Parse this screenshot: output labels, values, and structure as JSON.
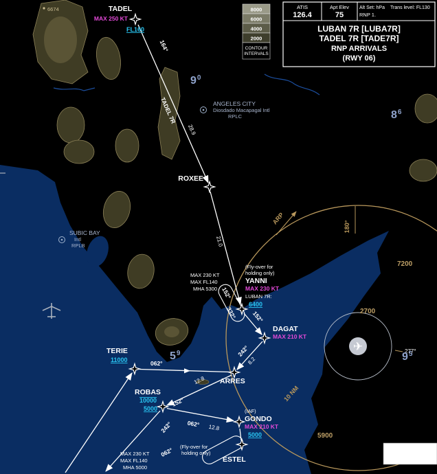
{
  "infobox": {
    "atis_label": "ATIS",
    "atis_value": "126.4",
    "apt_elev_label": "Apt Elev",
    "apt_elev_value": "75",
    "alt_set": "Alt Set: hPa",
    "trans_level": "Trans level: FL130",
    "rnp": "RNP 1.",
    "title1": "LUBAN 7R [LUBA7R]",
    "title2": "TADEL 7R [TADE7R]",
    "title3": "RNP ARRIVALS",
    "title4": "(RWY 06)"
  },
  "contour_legend": {
    "levels": [
      "8000",
      "6000",
      "4000",
      "2000"
    ],
    "caption1": "CONTOUR",
    "caption2": "INTERVALS"
  },
  "airports": {
    "angeles": {
      "name": "ANGELES CITY",
      "subname": "Diosdado Macapagal Intl",
      "code": "RPLC"
    },
    "subic": {
      "name": "SUBIC BAY",
      "subname": "Intl",
      "code": "RPLB"
    }
  },
  "waypoints": {
    "tadel": {
      "name": "TADEL",
      "speed": "MAX 250 KT",
      "alt": "FL160"
    },
    "roxee": {
      "name": "ROXEE"
    },
    "yanni": {
      "flyover1": "(Fly-over for",
      "flyover2": "holding only)",
      "name": "YANNI",
      "speed": "MAX 230 KT",
      "proc": "LUBAN 7R:",
      "alt": "6400",
      "hold_speed": "MAX 230 KT",
      "hold_fl": "MAX FL140",
      "hold_mha": "MHA 5300",
      "hold_in": "152°",
      "hold_out": "332°"
    },
    "dagat": {
      "name": "DAGAT",
      "speed": "MAX 210 KT"
    },
    "terie": {
      "name": "TERIE",
      "alt": "11000"
    },
    "arres": {
      "name": "ARRES"
    },
    "robas": {
      "name": "ROBAS",
      "alt_top": "10000",
      "alt_bottom": "5000"
    },
    "gondo": {
      "iaf": "(IAF)",
      "name": "GONDO",
      "speed": "MAX 210 KT",
      "alt": "5000"
    },
    "estel": {
      "flyover1": "(Fly-over for",
      "flyover2": "holding only)",
      "name": "ESTEL",
      "hold_speed": "MAX 230 KT",
      "hold_fl": "MAX FL140",
      "hold_mha": "MHA 5000",
      "hold_course": "062°"
    }
  },
  "legs": {
    "tadel_roxee_crs": "164°",
    "tadel_roxee_name": "TADEL 7R",
    "tadel_roxee_dist": "28.9",
    "roxee_yanni_dist": "21.0",
    "yanni_dagat_crs": "152°",
    "dagat_arres_crs": "242°",
    "dagat_arres_dist": "8.2",
    "terie_arres_crs": "062°",
    "arres_robas_crs": "152°",
    "arres_robas_dist": "12.8",
    "robas_out_crs": "242°",
    "robas_gondo_crs": "062°",
    "robas_gondo_dist": "12.8"
  },
  "mora": {
    "m1_big": "9",
    "m1_small": "0",
    "m2_big": "8",
    "m2_small": "6",
    "m3_big": "5",
    "m3_small": "9",
    "m4_big": "9",
    "m4_small": "5"
  },
  "terrain": {
    "spot": "6674",
    "e1": "7200",
    "e2": "2700",
    "e3": "5900"
  },
  "rings": {
    "arp": "ARP",
    "radius_label": "10 NM",
    "bearing_top": "180°",
    "bearing_right": "277°"
  },
  "icons": {
    "airplane": "✈"
  },
  "colors": {
    "speed_magenta": "#e149d6",
    "altitude_cyan": "#29c5f2",
    "ring_tan": "#b9985c",
    "water_blue": "#0a2d62"
  }
}
